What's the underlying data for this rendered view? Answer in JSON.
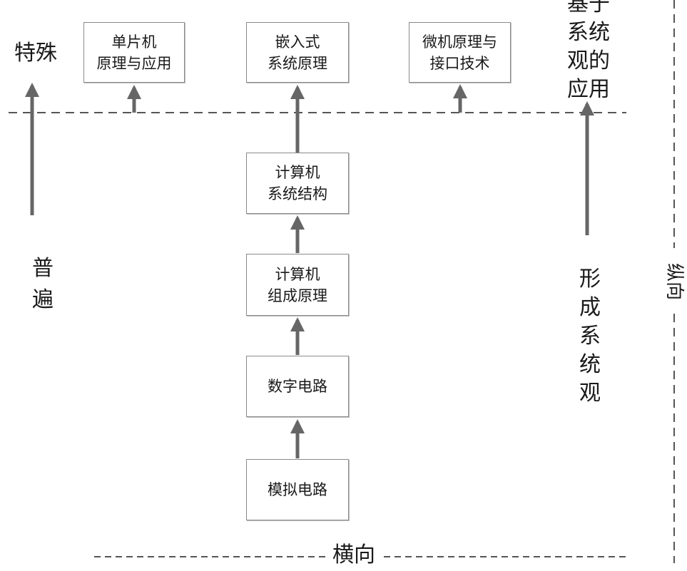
{
  "nodes": {
    "danpianji": {
      "line1": "单片机",
      "line2": "原理与应用"
    },
    "qianrushi": {
      "line1": "嵌入式",
      "line2": "系统原理"
    },
    "weiji": {
      "line1": "微机原理与",
      "line2": "接口技术"
    },
    "jisuanji_jiegou": {
      "line1": "计算机",
      "line2": "系统结构"
    },
    "jisuanji_zucheng": {
      "line1": "计算机",
      "line2": "组成原理"
    },
    "shuzi": {
      "line1": "数字电路"
    },
    "moni": {
      "line1": "模拟电路"
    }
  },
  "labels": {
    "teshu": "特殊",
    "pubian": [
      "普",
      "遍"
    ],
    "jiyu": [
      "基于",
      "系统",
      "观的",
      "应用"
    ],
    "xingcheng": [
      "形",
      "成",
      "系",
      "统",
      "观"
    ],
    "hengxiang": "横向",
    "zongxiang": "纵向"
  }
}
